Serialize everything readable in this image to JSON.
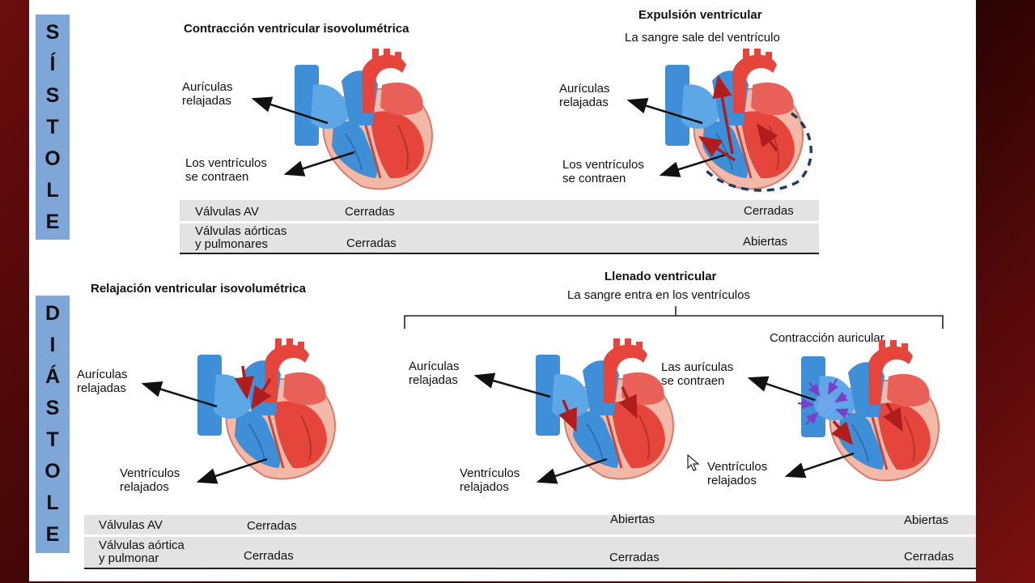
{
  "phases": {
    "systole": [
      "S",
      "Í",
      "S",
      "T",
      "O",
      "L",
      "E"
    ],
    "diastole": [
      "D",
      "I",
      "Á",
      "S",
      "T",
      "O",
      "L",
      "E"
    ]
  },
  "systole": {
    "isovolumetric_title": "Contracción ventricular isovolumétrica",
    "ejection_title": "Expulsión ventricular",
    "ejection_subtitle": "La sangre sale del ventrículo",
    "left": {
      "atria_label": "Aurículas\nrelajadas",
      "ventricles_label": "Los ventrículos\nse contraen"
    },
    "right": {
      "atria_label": "Aurículas\nrelajadas",
      "ventricles_label": "Los ventrículos\nse contraen"
    },
    "table": {
      "av_label": "Válvulas AV",
      "av_left": "Cerradas",
      "av_right": "Cerradas",
      "semilunar_label": "Válvulas aórticas\ny pulmonares",
      "semilunar_left": "Cerradas",
      "semilunar_right": "Abiertas"
    }
  },
  "diastole": {
    "isovolumetric_title": "Relajación ventricular isovolumétrica",
    "filling_title": "Llenado ventricular",
    "filling_subtitle": "La sangre entra en los ventrículos",
    "atrial_contraction_title": "Contracción auricular",
    "left": {
      "atria_label": "Aurículas\nrelajadas",
      "ventricles_label": "Ventrículos\nrelajados"
    },
    "middle": {
      "atria_label": "Aurículas\nrelajadas",
      "ventricles_label": "Ventrículos\nrelajados"
    },
    "right": {
      "atria_label": "Las aurículas\nse contraen",
      "ventricles_label": "Ventrículos\nrelajados"
    },
    "table": {
      "av_label": "Válvulas AV",
      "av_left": "Cerradas",
      "av_middle": "Abiertas",
      "av_right": "Abiertas",
      "semilunar_label": "Válvulas aórtica\ny pulmonar",
      "semilunar_left": "Cerradas",
      "semilunar_middle": "Cerradas",
      "semilunar_right": "Cerradas"
    }
  },
  "colors": {
    "blood_oxygenated": "#e5453a",
    "blood_deoxygenated": "#3f8fd8",
    "myocardium": "#f2b9a8",
    "phase_band": "#7ea6d6",
    "table_row": "#e3e3e3"
  }
}
